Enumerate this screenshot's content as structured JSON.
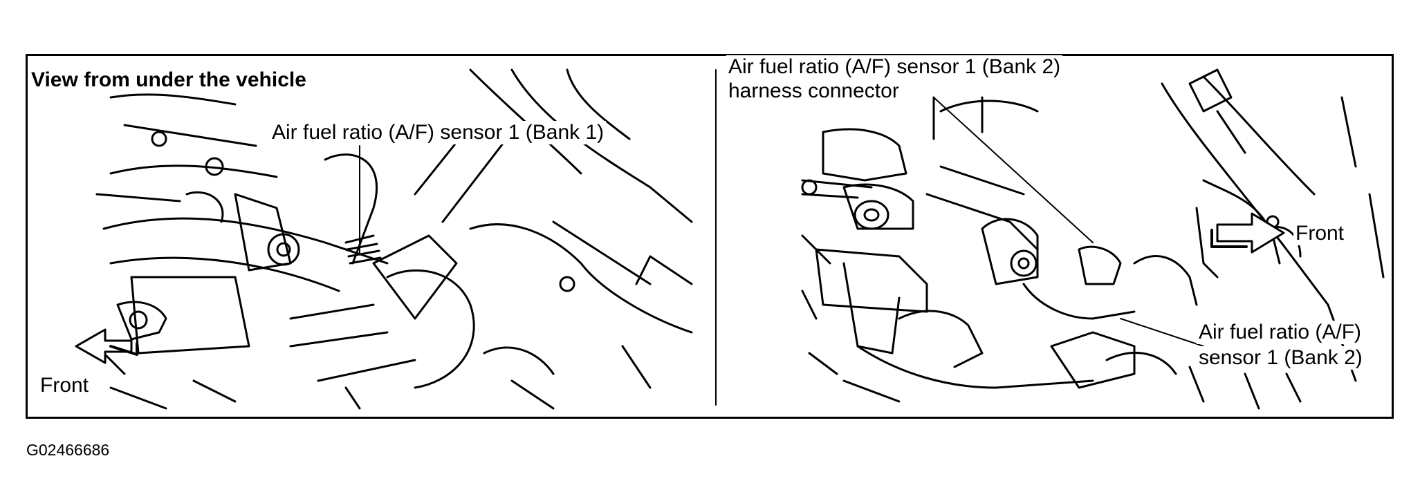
{
  "left_panel": {
    "view_title": "View from under the vehicle",
    "sensor_label": "Air fuel ratio (A/F) sensor 1 (Bank 1)",
    "front_label": "Front"
  },
  "right_panel": {
    "connector_label_line1": "Air fuel ratio (A/F) sensor 1 (Bank 2)",
    "connector_label_line2": "harness connector",
    "front_label": "Front",
    "sensor_label_line1": "Air fuel ratio (A/F)",
    "sensor_label_line2": "sensor 1 (Bank 2)"
  },
  "figure_id": "G02466686"
}
